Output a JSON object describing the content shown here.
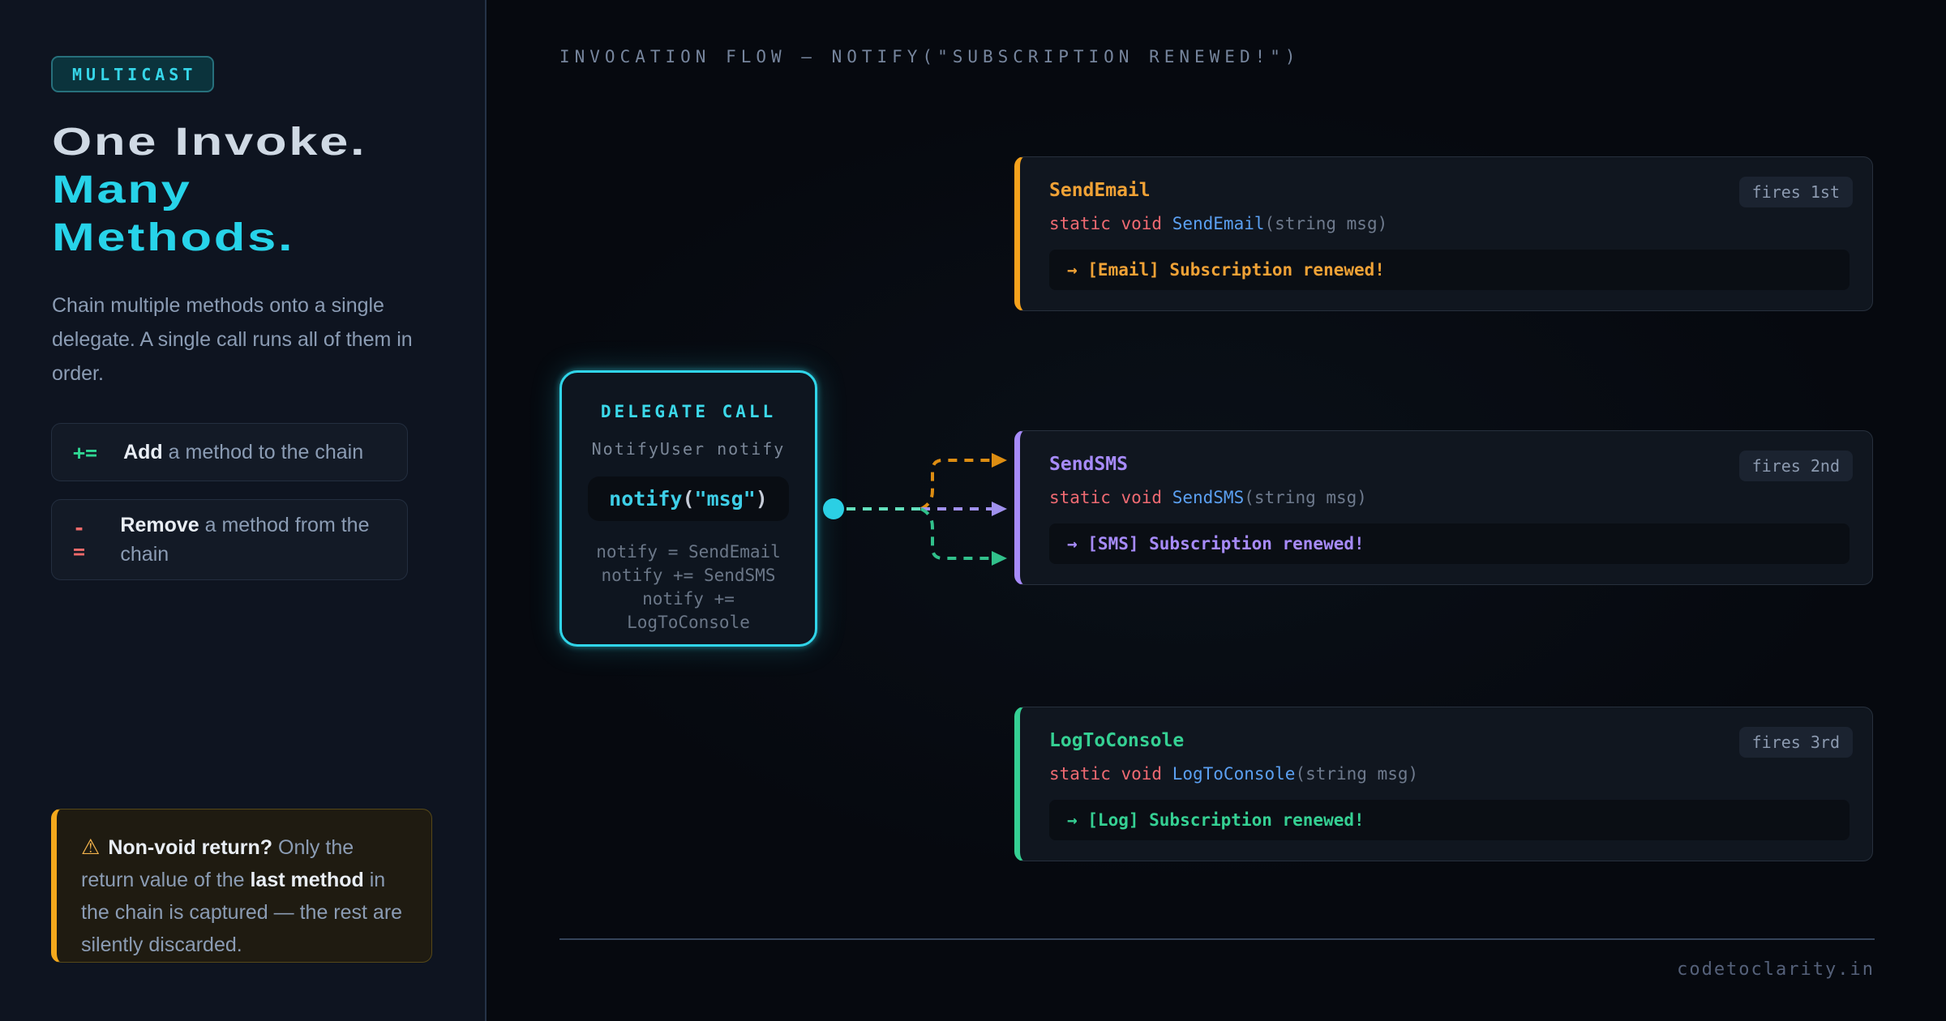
{
  "sidebar": {
    "badge": "MULTICAST",
    "title_line1": "One Invoke.",
    "title_line2": "Many",
    "title_line3": "Methods.",
    "description": "Chain multiple methods onto a single delegate. A single call runs all of them in order.",
    "ops": [
      {
        "symbol": "+=",
        "bold": "Add",
        "rest": " a method to the chain"
      },
      {
        "symbol": "-=",
        "bold": "Remove",
        "rest": " a method from the chain"
      }
    ],
    "warning": {
      "icon": "⚠",
      "bold1": "Non-void return?",
      "text1": " Only the return value of the ",
      "bold2": "last method",
      "text2": " in the chain is captured — the rest are silently discarded."
    }
  },
  "main": {
    "header": "INVOCATION FLOW — NOTIFY(\"SUBSCRIPTION RENEWED!\")",
    "delegate": {
      "title": "DELEGATE CALL",
      "subtitle": "NotifyUser notify",
      "call_fn": "notify",
      "call_open": "(",
      "call_arg": "\"msg\"",
      "call_close": ")",
      "lines": [
        "notify = SendEmail",
        "notify += SendSMS",
        "notify +=",
        "LogToConsole"
      ]
    },
    "cards": [
      {
        "name": "SendEmail",
        "badge": "fires 1st",
        "kw1": "static",
        "kw2": "void",
        "fn": "SendEmail",
        "params": "(string msg)",
        "output": "→ [Email] Subscription renewed!"
      },
      {
        "name": "SendSMS",
        "badge": "fires 2nd",
        "kw1": "static",
        "kw2": "void",
        "fn": "SendSMS",
        "params": "(string msg)",
        "output": "→ [SMS] Subscription renewed!"
      },
      {
        "name": "LogToConsole",
        "badge": "fires 3rd",
        "kw1": "static",
        "kw2": "void",
        "fn": "LogToConsole",
        "params": "(string msg)",
        "output": "→ [Log] Subscription renewed!"
      }
    ],
    "footer": "codetoclarity.in"
  },
  "colors": {
    "background": "#06090f",
    "sidebar_bg": "#0e1420",
    "cyan_accent": "#30d5e9",
    "heading_light": "#cfd9e4",
    "body_text": "#8b9cb4",
    "green_op": "#2fd693",
    "red_op": "#f26b6b",
    "warning_amber": "#f3a81c",
    "card1_accent": "#f6a21c",
    "card2_accent": "#a78bfa",
    "card3_accent": "#35d093",
    "keyword_red": "#ef6a72",
    "method_blue": "#5ba0f2",
    "params_gray": "#6e7a8d",
    "flow_teal": "#63e0bd",
    "flow_orange": "#dd8d12",
    "flow_purple": "#a091ee",
    "flow_green": "#31c08b"
  }
}
